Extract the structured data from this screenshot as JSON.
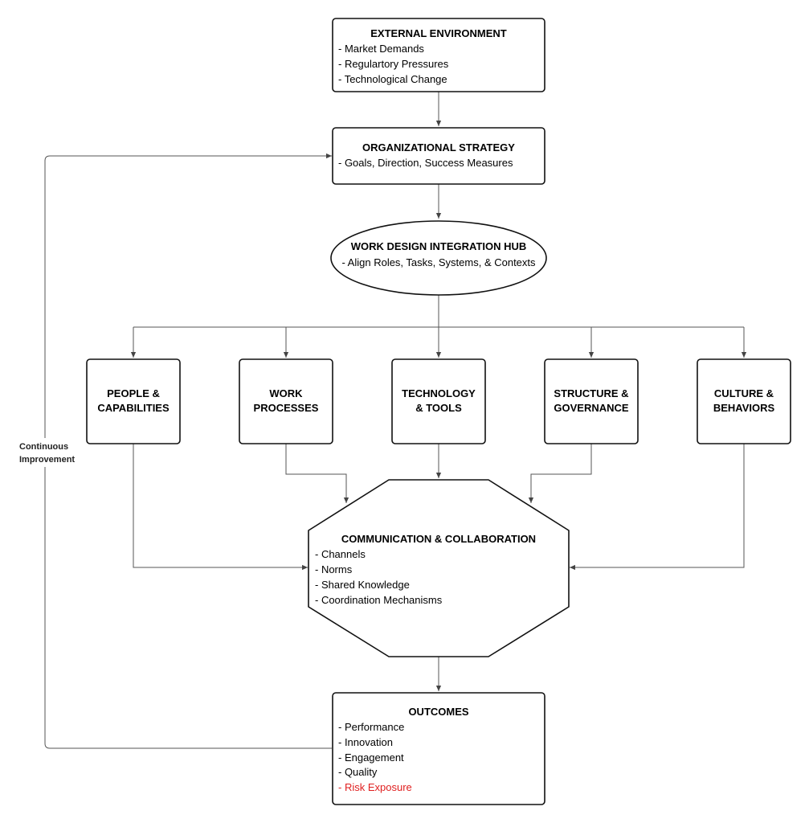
{
  "external": {
    "title": "EXTERNAL ENVIRONMENT",
    "items": [
      "- Market Demands",
      "- Regulartory Pressures",
      "- Technological Change"
    ]
  },
  "strategy": {
    "title": "ORGANIZATIONAL STRATEGY",
    "items": [
      "- Goals, Direction, Success Measures"
    ]
  },
  "hub": {
    "title": "WORK DESIGN INTEGRATION HUB",
    "items": [
      "- Align Roles, Tasks, Systems, & Contexts"
    ]
  },
  "pillars": [
    {
      "line1": "PEOPLE &",
      "line2": "CAPABILITIES"
    },
    {
      "line1": "WORK",
      "line2": "PROCESSES"
    },
    {
      "line1": "TECHNOLOGY",
      "line2": "& TOOLS"
    },
    {
      "line1": "STRUCTURE &",
      "line2": "GOVERNANCE"
    },
    {
      "line1": "CULTURE &",
      "line2": "BEHAVIORS"
    }
  ],
  "communication": {
    "title": "COMMUNICATION & COLLABORATION",
    "items": [
      "- Channels",
      "- Norms",
      "- Shared Knowledge",
      "- Coordination Mechanisms"
    ]
  },
  "outcomes": {
    "title": "OUTCOMES",
    "items": [
      "- Performance",
      "- Innovation",
      "- Engagement",
      "- Quality"
    ],
    "risk_item": "- Risk Exposure",
    "risk_color": "#e02020"
  },
  "feedback": {
    "line1": "Continuous",
    "line2": "Improvement"
  },
  "colors": {
    "stroke": "#111111",
    "connector": "#555555"
  }
}
